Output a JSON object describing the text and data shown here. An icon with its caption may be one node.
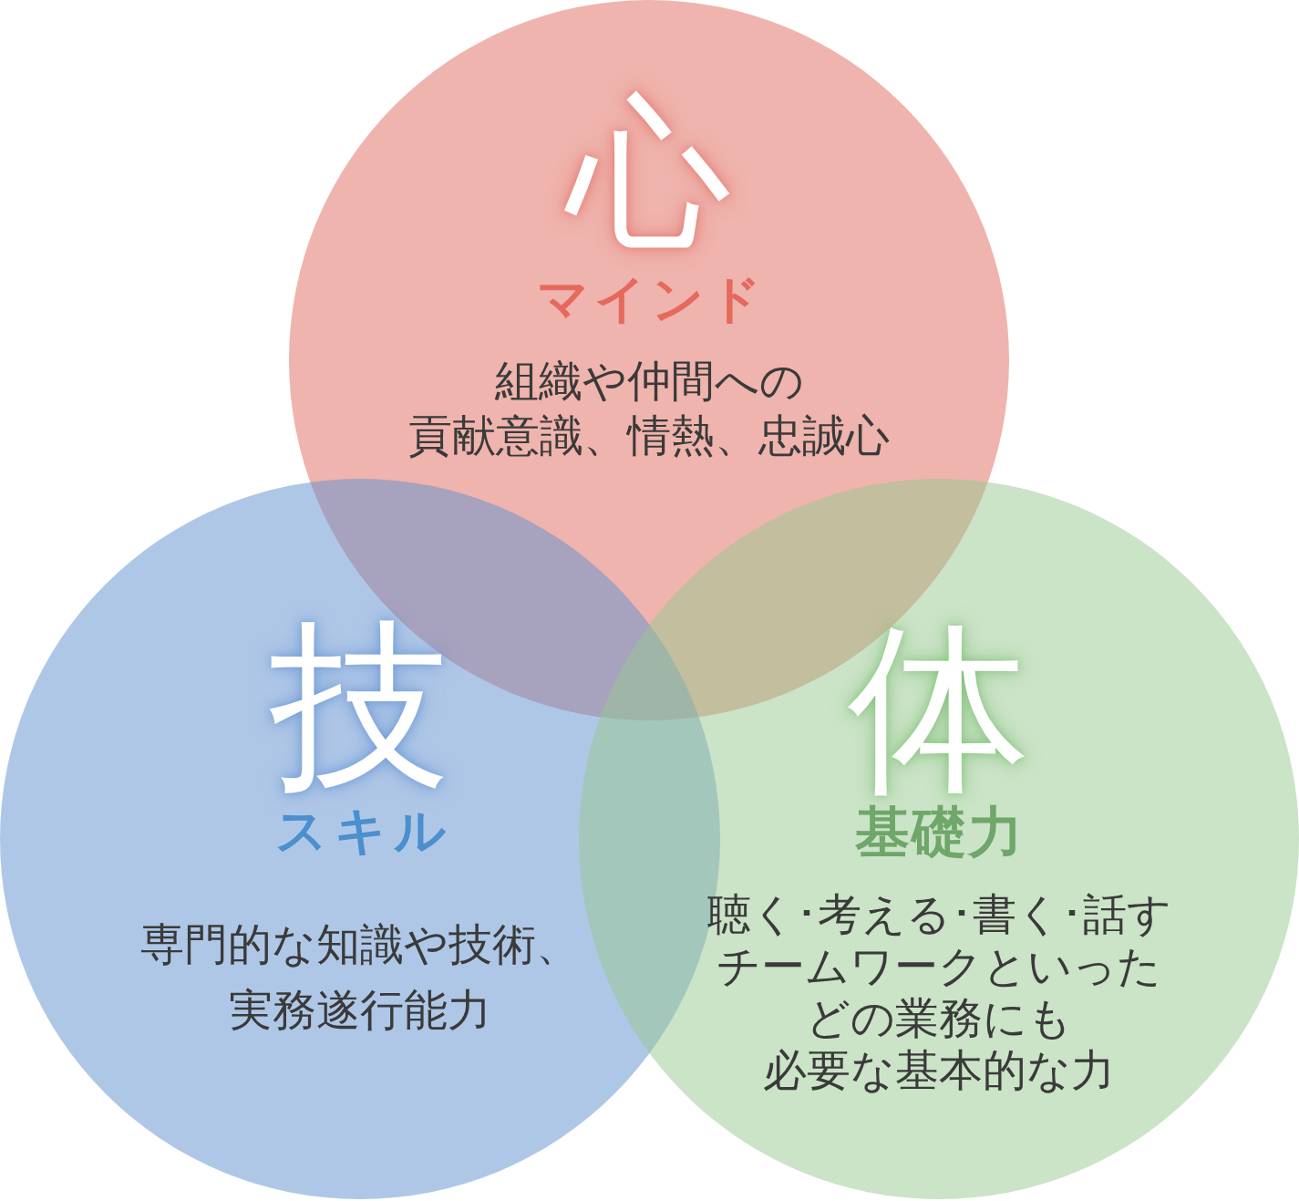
{
  "diagram": {
    "nodes": [
      {
        "text": [
          "心",
          "マインド",
          "組織や仲間への貢献意識、情熱、忠誠心"
        ]
      },
      {
        "text": [
          "技",
          "スキル",
          "専門的な知識や技術、実務遂行能力"
        ]
      },
      {
        "text": [
          "体",
          "基礎力",
          "聴く･考える･書く･話すチームワークといったどの業務にも必要な基本的な力"
        ]
      }
    ]
  }
}
